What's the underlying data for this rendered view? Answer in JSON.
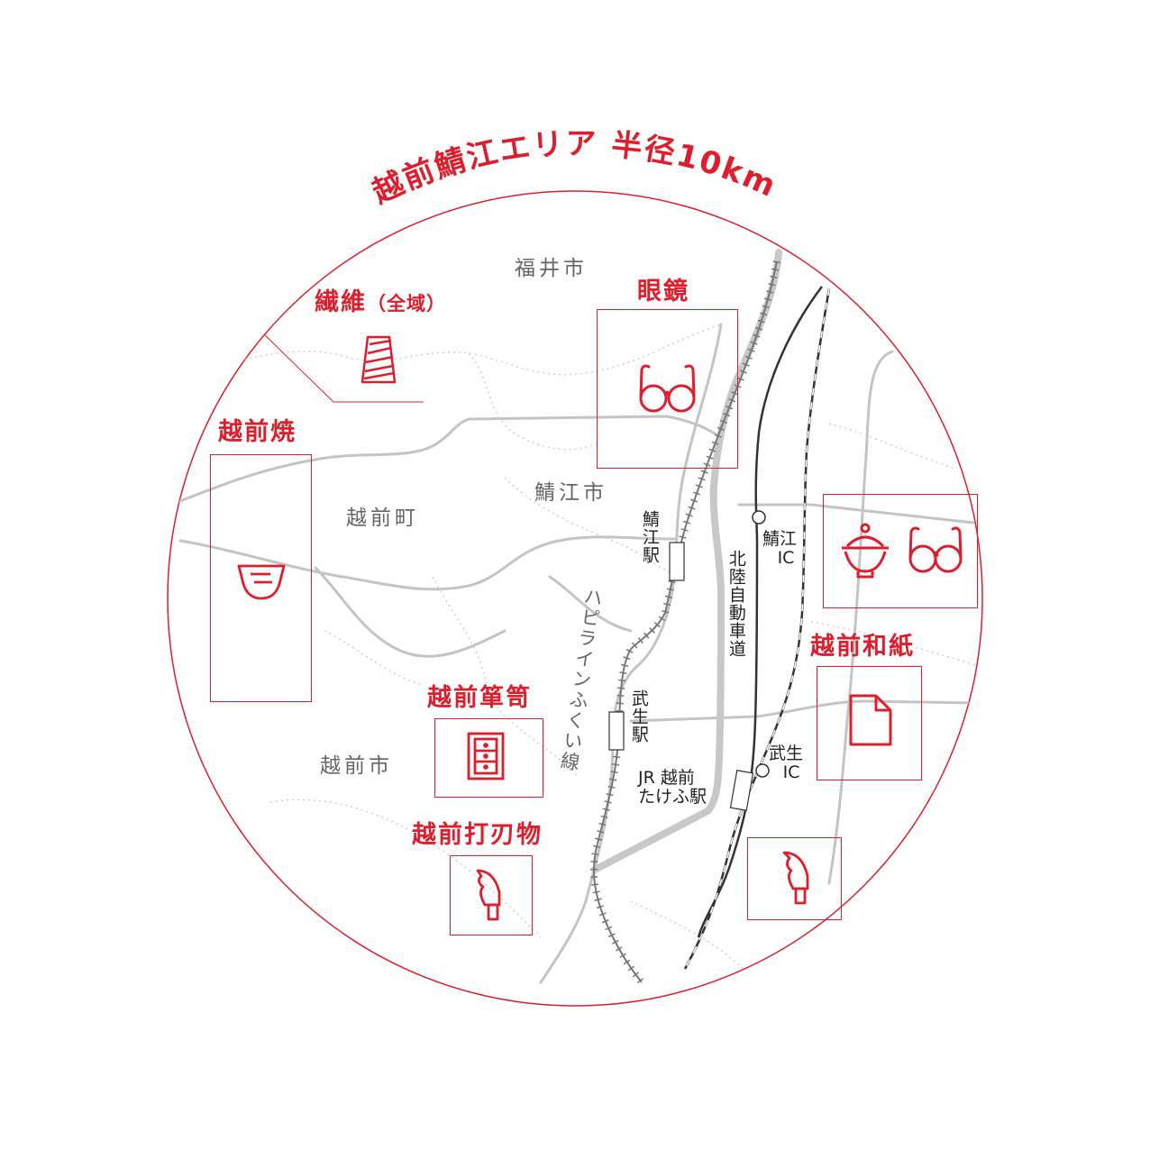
{
  "title": "越前鯖江エリア 半径10km",
  "colors": {
    "accent": "#dd1f2d",
    "road": "#bdbdbd",
    "rail": "#555555",
    "city_text": "#666666"
  },
  "cities": {
    "fukui": "福井市",
    "sabae": "鯖江市",
    "echizen_town": "越前町",
    "echizen_city": "越前市"
  },
  "crafts": {
    "textile": {
      "name": "繊維",
      "note": "（全域）",
      "icon": "thread-spool-icon"
    },
    "glasses": {
      "name": "眼鏡",
      "icon": "glasses-icon"
    },
    "yaki": {
      "name": "越前焼",
      "icon": "pottery-bowl-icon"
    },
    "lacquer": {
      "icons": [
        "lacquer-bowl-icon",
        "glasses-icon"
      ]
    },
    "washi": {
      "name": "越前和紙",
      "icon": "paper-sheet-icon"
    },
    "tansu": {
      "name": "越前箪笥",
      "icon": "chest-drawers-icon"
    },
    "knife": {
      "name": "越前打刃物",
      "icon": "knife-icon"
    },
    "knife_east": {
      "icon": "knife-icon"
    }
  },
  "transport": {
    "sabae_station": "鯖江駅",
    "takefu_station": "武生駅",
    "jr_label_1": "JR",
    "jr_label_2": "越前",
    "jr_label_3": "たけふ駅",
    "sabae_ic_1": "鯖江",
    "sabae_ic_2": "IC",
    "takefu_ic_1": "武生",
    "takefu_ic_2": "IC",
    "expressway": "北陸自動車道",
    "happiline": "ハピラインふくい線"
  }
}
